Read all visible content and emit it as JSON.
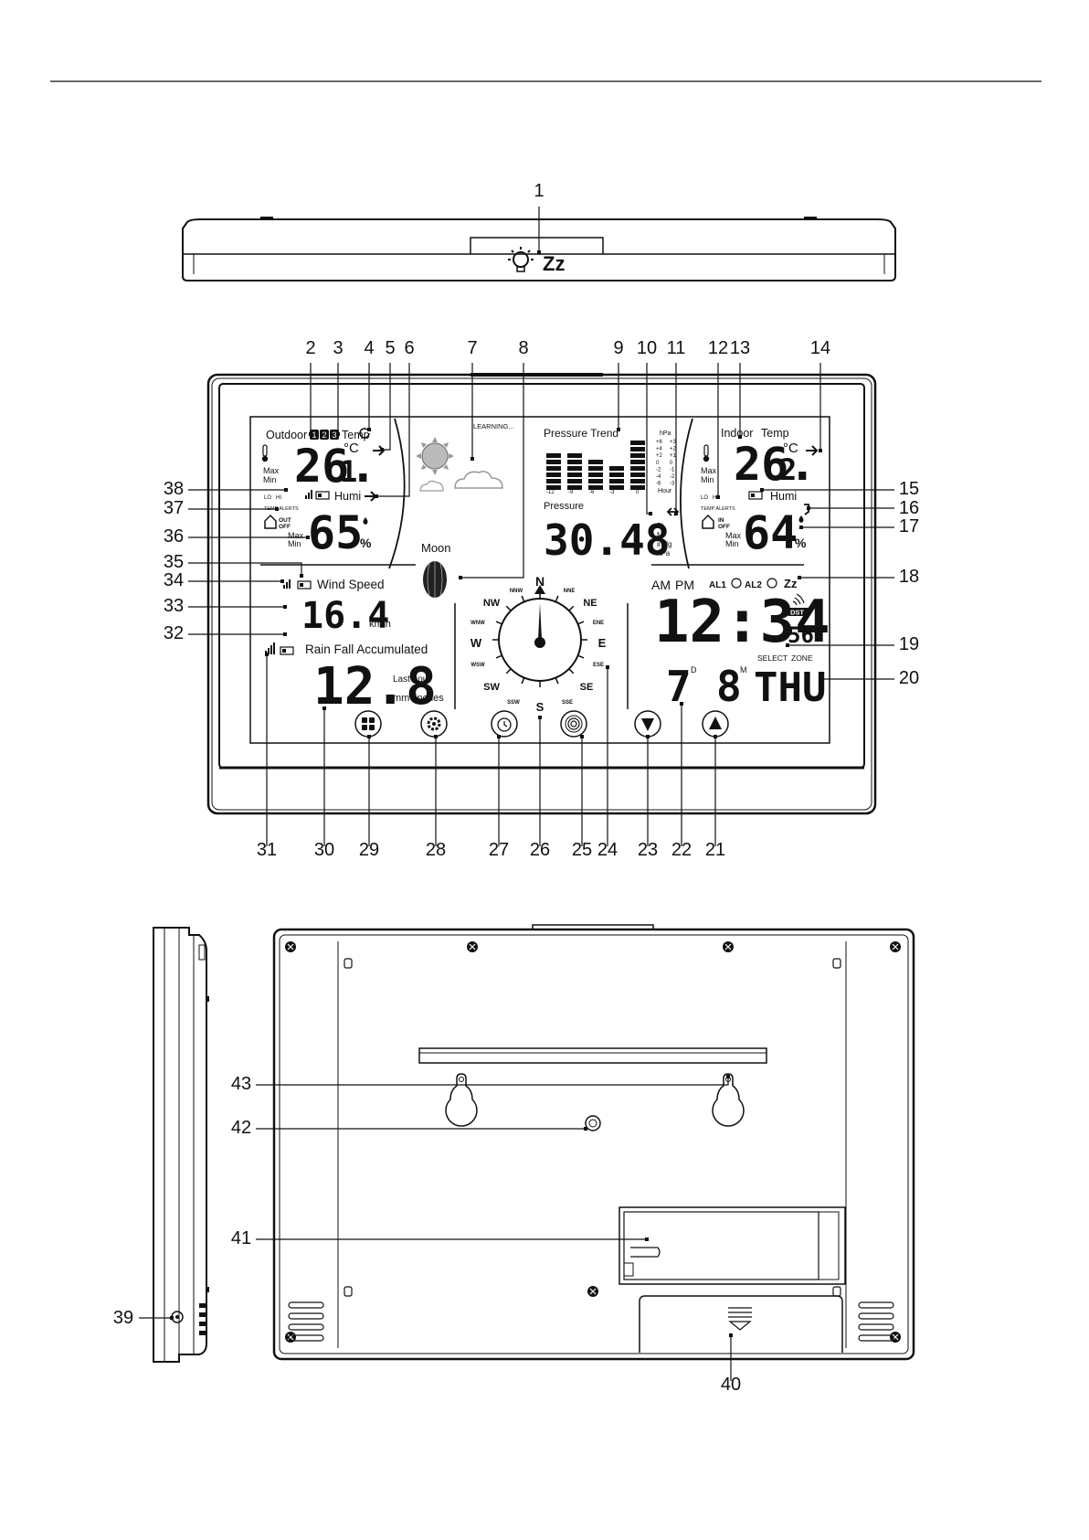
{
  "callout_numbers": [
    "1",
    "2",
    "3",
    "4",
    "5",
    "6",
    "7",
    "8",
    "9",
    "10",
    "11",
    "12",
    "13",
    "14",
    "15",
    "16",
    "17",
    "18",
    "19",
    "20",
    "21",
    "22",
    "23",
    "24",
    "25",
    "26",
    "27",
    "28",
    "29",
    "30",
    "31",
    "32",
    "33",
    "34",
    "35",
    "36",
    "37",
    "38",
    "39",
    "40",
    "41",
    "42",
    "43"
  ],
  "top_view": {
    "snooze_text": "Zz"
  },
  "display": {
    "outdoor": {
      "title": "Outdoor",
      "channels": [
        "1",
        "2",
        "3"
      ],
      "temp_label": "Temp",
      "temp_value": "26.",
      "temp_decimal": "1",
      "temp_unit": "°C",
      "max_label": "Max",
      "min_label": "Min",
      "humi_label": "Humi",
      "humi_value": "65",
      "humi_unit": "%",
      "lo_label": "LO",
      "hi_label": "HI",
      "temp_alerts": "TEMP ALERTS",
      "out_label": "OUT",
      "off_label": "OFF"
    },
    "forecast": {
      "learning_text": "LEARNING..."
    },
    "moon": {
      "label": "Moon"
    },
    "pressure_trend": {
      "title": "Pressure Trend",
      "x_ticks": [
        "-12",
        "-9",
        "-6",
        "-3",
        "0"
      ],
      "hpa_label": "hPa",
      "scale_left": [
        "+6",
        "+4",
        "+2",
        "0",
        "-2",
        "-4",
        "-6"
      ],
      "scale_right": [
        "+3",
        "+2",
        "+1",
        "0",
        "-1",
        "-2",
        "-3"
      ],
      "hour_label": "Hour",
      "bar_heights": [
        6,
        6,
        5,
        4,
        8
      ]
    },
    "pressure": {
      "label": "Pressure",
      "value": "30.48",
      "units": [
        "Ft",
        "M",
        "inHg",
        "hPa"
      ]
    },
    "indoor": {
      "title": "Indoor",
      "temp_label": "Temp",
      "temp_value": "26.",
      "temp_decimal": "2",
      "temp_unit": "°C",
      "max_label": "Max",
      "min_label": "Min",
      "humi_label": "Humi",
      "humi_value": "64",
      "humi_unit": "%",
      "lo_label": "LO",
      "hi_label": "HI",
      "temp_alerts": "TEMP ALERTS",
      "in_label": "IN",
      "off_label": "OFF"
    },
    "wind": {
      "label": "Wind Speed",
      "value": "16.4",
      "unit": "km/h",
      "directions": [
        "N",
        "NNE",
        "NE",
        "ENE",
        "E",
        "ESE",
        "SE",
        "SSE",
        "S",
        "SSW",
        "SW",
        "WSW",
        "W",
        "WNW",
        "NW",
        "NNW"
      ]
    },
    "rain": {
      "label": "Rain Fall Accumulated",
      "value": "12.8",
      "period": "Last hour",
      "unit_mm": "mm",
      "unit_in": "inches"
    },
    "clock": {
      "am": "AM",
      "pm": "PM",
      "al1": "AL1",
      "al2": "AL2",
      "snooze": "Zz",
      "time": "12:34",
      "seconds": "56",
      "dst": "DST",
      "day": "7",
      "day_suffix": "D",
      "month": "8",
      "month_suffix": "M",
      "select": "SELECT",
      "zone": "ZONE",
      "weekday": "THU"
    }
  },
  "icons": {
    "light_snooze": "light-bulb-icon",
    "outdoor_thermometer": "thermometer-icon",
    "sun": "sun-icon",
    "cloud": "cloud-icon",
    "moon": "moon-phase-icon",
    "signal": "signal-icon",
    "battery": "battery-icon",
    "house": "house-icon",
    "drop": "humidity-drop-icon",
    "menu": "menu-grid-icon",
    "settings": "gear-icon",
    "alarm": "alarm-clock-icon",
    "rcc": "radio-signal-icon",
    "down": "down-arrow-icon",
    "up": "up-arrow-icon"
  }
}
